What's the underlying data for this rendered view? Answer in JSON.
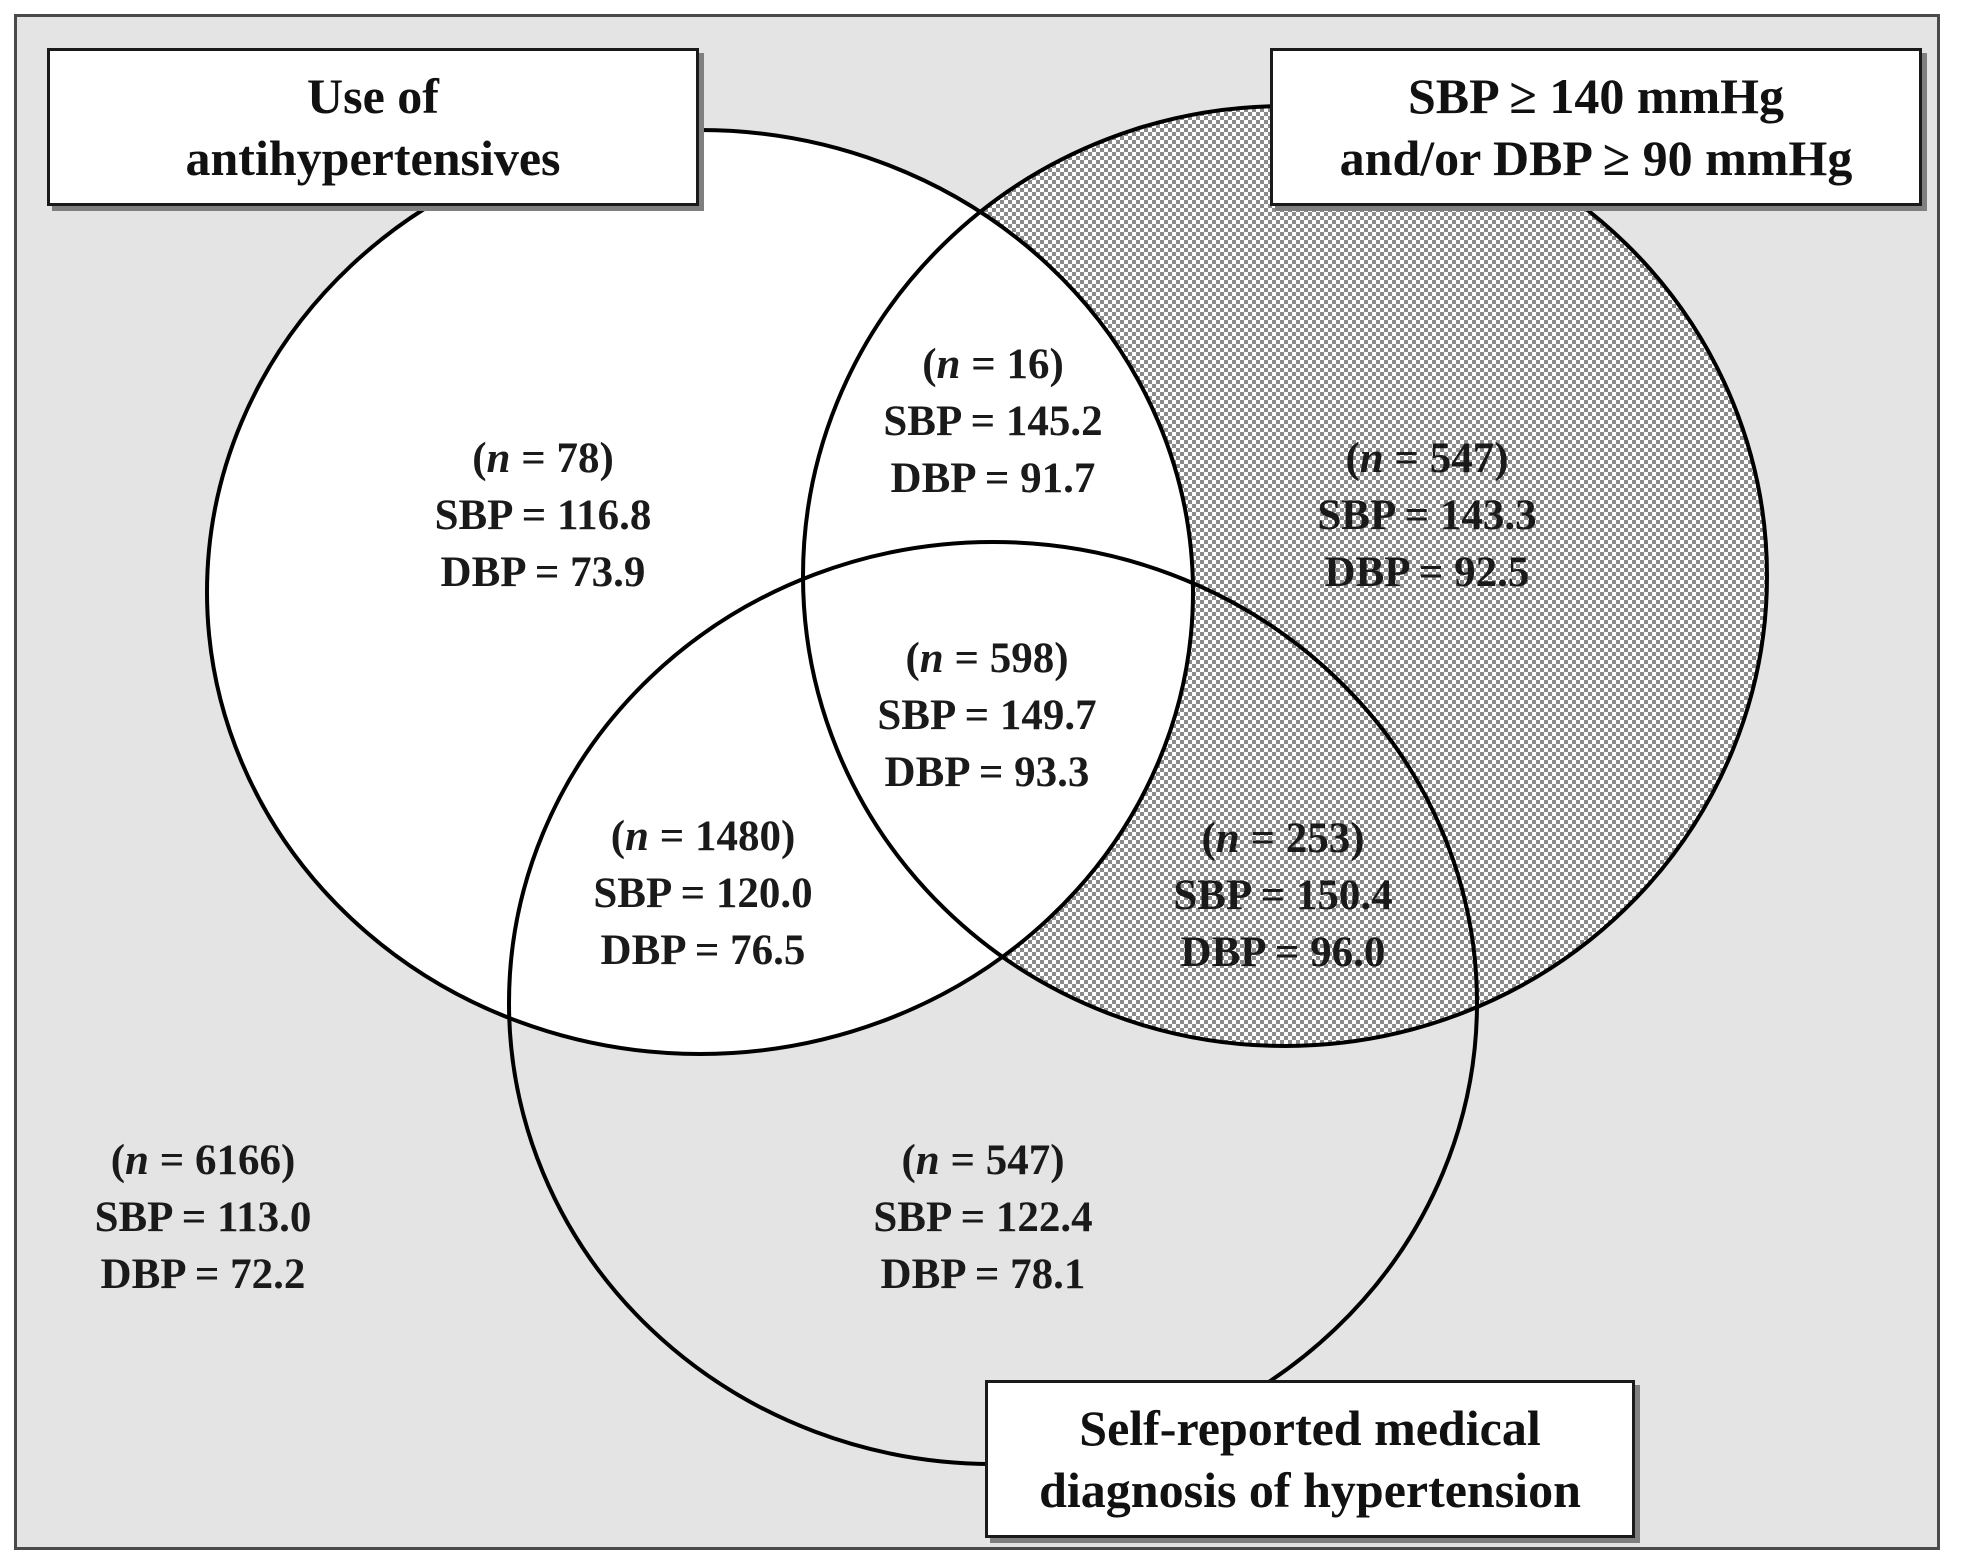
{
  "colors": {
    "background": "#e4e4e4",
    "frame_border": "#4a4a4a",
    "circle_fill": "#ffffff",
    "circle_stroke": "#000000",
    "hatch_dark": "#8c8c8c",
    "hatch_light": "#ffffff"
  },
  "labels": {
    "antihypertensives": {
      "line1": "Use of",
      "line2": "antihypertensives"
    },
    "bp": {
      "line1": "SBP ≥ 140 mmHg",
      "line2": "and/or DBP ≥ 90 mmHg"
    },
    "self_reported": {
      "line1": "Self-reported medical",
      "line2": "diagnosis of hypertension"
    }
  },
  "regions": {
    "meds_only": {
      "n_prefix": "(",
      "n_var": "n",
      "n_suffix": " = 78)",
      "sbp": "SBP = 116.8",
      "dbp": "DBP = 73.9"
    },
    "meds_bp": {
      "n_prefix": "(",
      "n_var": "n",
      "n_suffix": " = 16)",
      "sbp": "SBP = 145.2",
      "dbp": "DBP = 91.7"
    },
    "bp_only": {
      "n_prefix": "(",
      "n_var": "n",
      "n_suffix": " = 547)",
      "sbp": "SBP = 143.3",
      "dbp": "DBP = 92.5"
    },
    "all_three": {
      "n_prefix": "(",
      "n_var": "n",
      "n_suffix": " = 598)",
      "sbp": "SBP = 149.7",
      "dbp": "DBP = 93.3"
    },
    "meds_diag": {
      "n_prefix": "(",
      "n_var": "n",
      "n_suffix": " = 1480)",
      "sbp": "SBP = 120.0",
      "dbp": "DBP = 76.5"
    },
    "bp_diag": {
      "n_prefix": "(",
      "n_var": "n",
      "n_suffix": " = 253)",
      "sbp": "SBP = 150.4",
      "dbp": "DBP = 96.0"
    },
    "diag_only": {
      "n_prefix": "(",
      "n_var": "n",
      "n_suffix": " = 547)",
      "sbp": "SBP = 122.4",
      "dbp": "DBP = 78.1"
    },
    "none": {
      "n_prefix": "(",
      "n_var": "n",
      "n_suffix": " = 6166)",
      "sbp": "SBP = 113.0",
      "dbp": "DBP = 72.2"
    }
  }
}
